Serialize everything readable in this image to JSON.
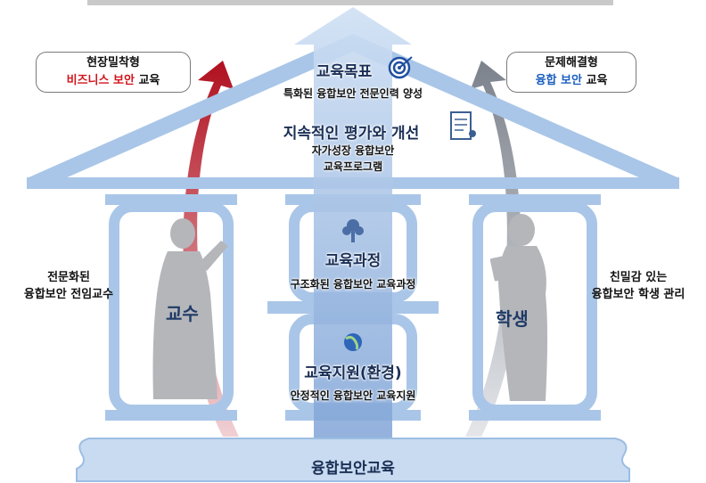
{
  "top_left_box": {
    "line1": "현장밀착형",
    "line2_red": "비즈니스 보안",
    "line2_tail": " 교육"
  },
  "top_right_box": {
    "line1": "문제해결형",
    "line2_blue": "융합 보안",
    "line2_tail": " 교육"
  },
  "roof": {
    "goal_title": "교육목표",
    "goal_sub": "특화된 융합보안 전문인력 양성",
    "eval_title": "지속적인 평가와 개선",
    "eval_sub1": "자가성장 융합보안",
    "eval_sub2": "교육프로그램"
  },
  "center": {
    "curriculum_title": "교육과정",
    "curriculum_sub": "구조화된 융합보안 교육과정",
    "support_title": "교육지원(환경)",
    "support_sub": "안정적인 융합보안 교육지원"
  },
  "left_side": {
    "line1": "전문화된",
    "line2": "융합보안 전임교수"
  },
  "right_side": {
    "line1": "친밀감 있는",
    "line2": "융합보안 학생 관리"
  },
  "professor_label": "교수",
  "student_label": "학생",
  "base_label": "융합보안교육",
  "colors": {
    "pillar": "#a9c6e8",
    "arrow": "#8fb1dc",
    "red_arrow": "#b0101f",
    "grey_arrow": "#8a8f98"
  }
}
